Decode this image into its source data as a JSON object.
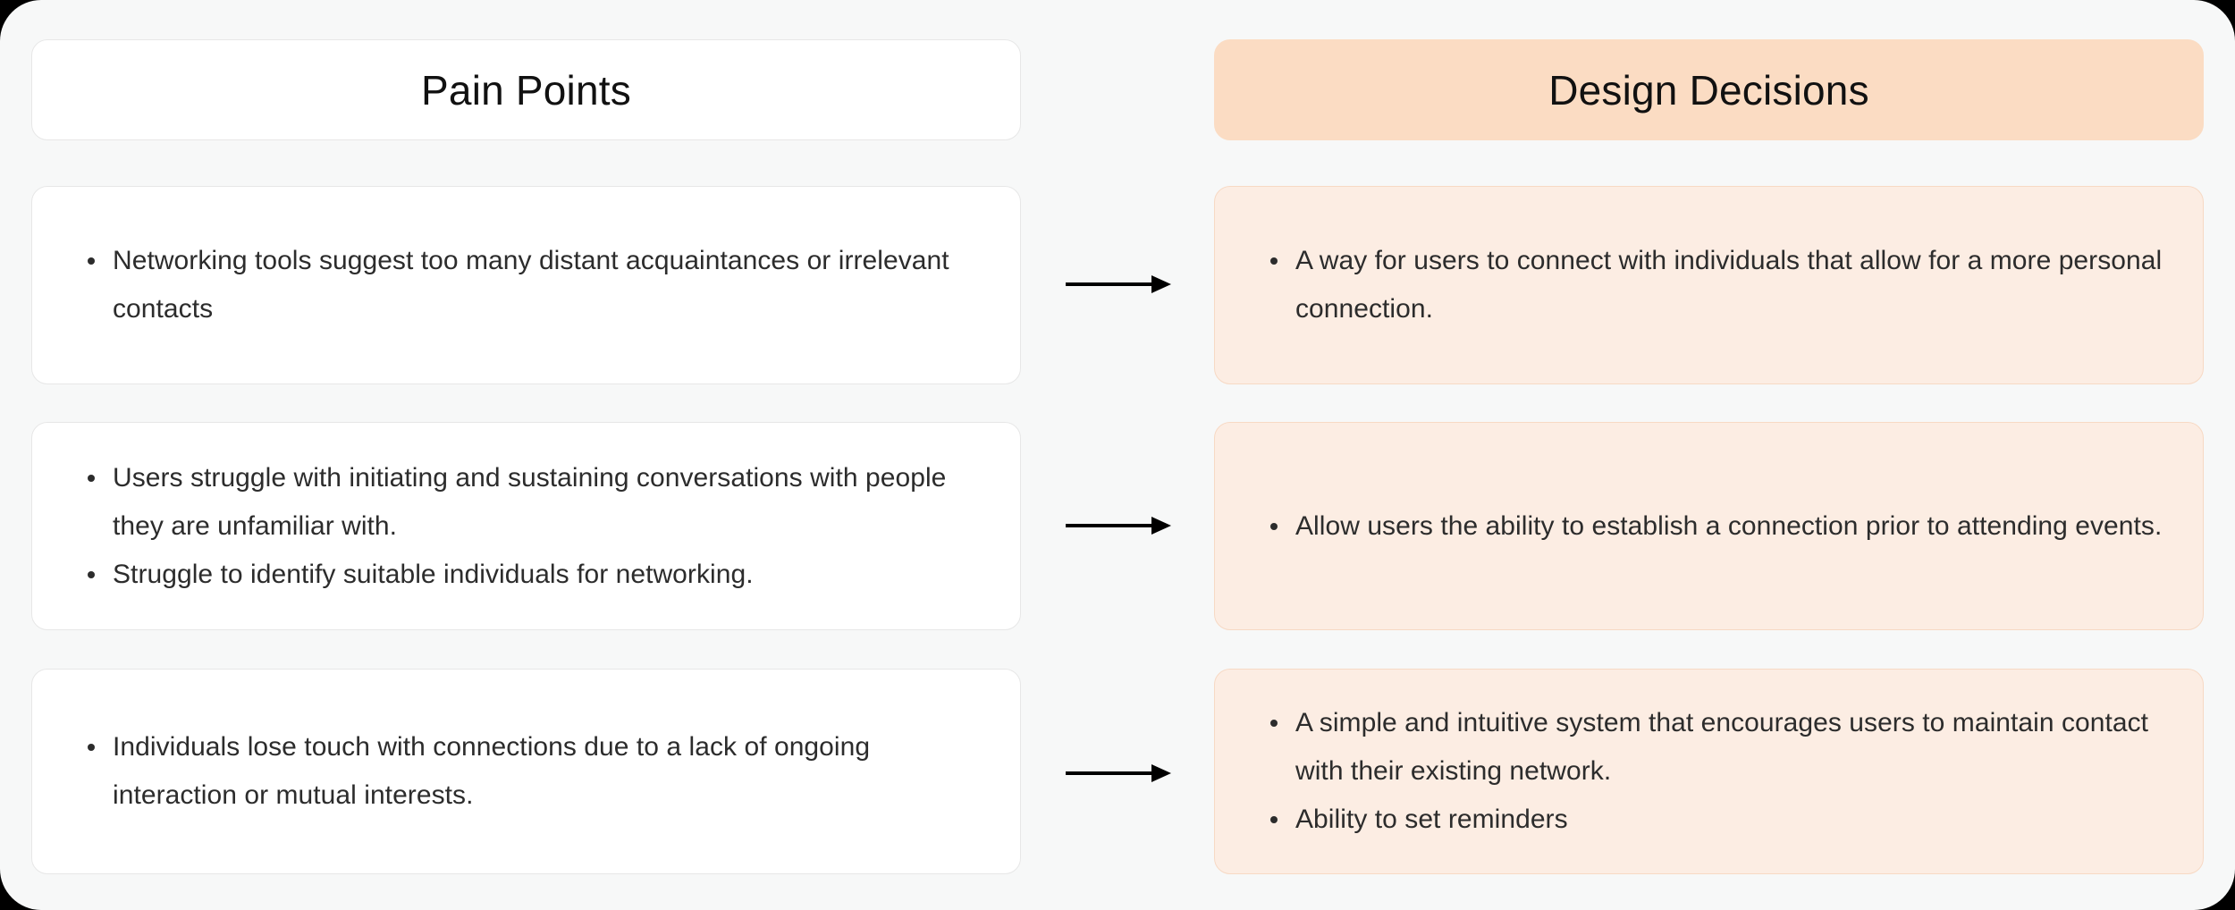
{
  "columns": {
    "left_header": "Pain Points",
    "right_header": "Design Decisions"
  },
  "colors": {
    "page_background": "#F7F8F8",
    "header_accent": "#FBDCC3",
    "card_accent": "#FCEDE3",
    "card_accent_border": "#F7D9C4",
    "card_plain": "#FFFFFF",
    "card_plain_border": "#E7E7E7",
    "text": "#2C2C2C",
    "arrow": "#000000"
  },
  "rows": [
    {
      "id": "row-1",
      "pain_points": [
        "Networking tools suggest too many distant acquaintances or irrelevant contacts"
      ],
      "design_decisions": [
        "A way for users to connect with individuals that allow for a more personal connection."
      ],
      "connector": "arrow-right"
    },
    {
      "id": "row-2",
      "pain_points": [
        "Users struggle with initiating and sustaining conversations with people they are unfamiliar with.",
        "Struggle to identify suitable individuals for networking."
      ],
      "design_decisions": [
        "Allow users the ability to establish a connection prior to attending events."
      ],
      "connector": "arrow-right"
    },
    {
      "id": "row-3",
      "pain_points": [
        "Individuals lose touch with connections due to a lack of ongoing interaction or mutual interests."
      ],
      "design_decisions": [
        "A simple and intuitive system that encourages users to maintain contact with their existing network.",
        "Ability to set reminders"
      ],
      "connector": "arrow-right"
    }
  ]
}
